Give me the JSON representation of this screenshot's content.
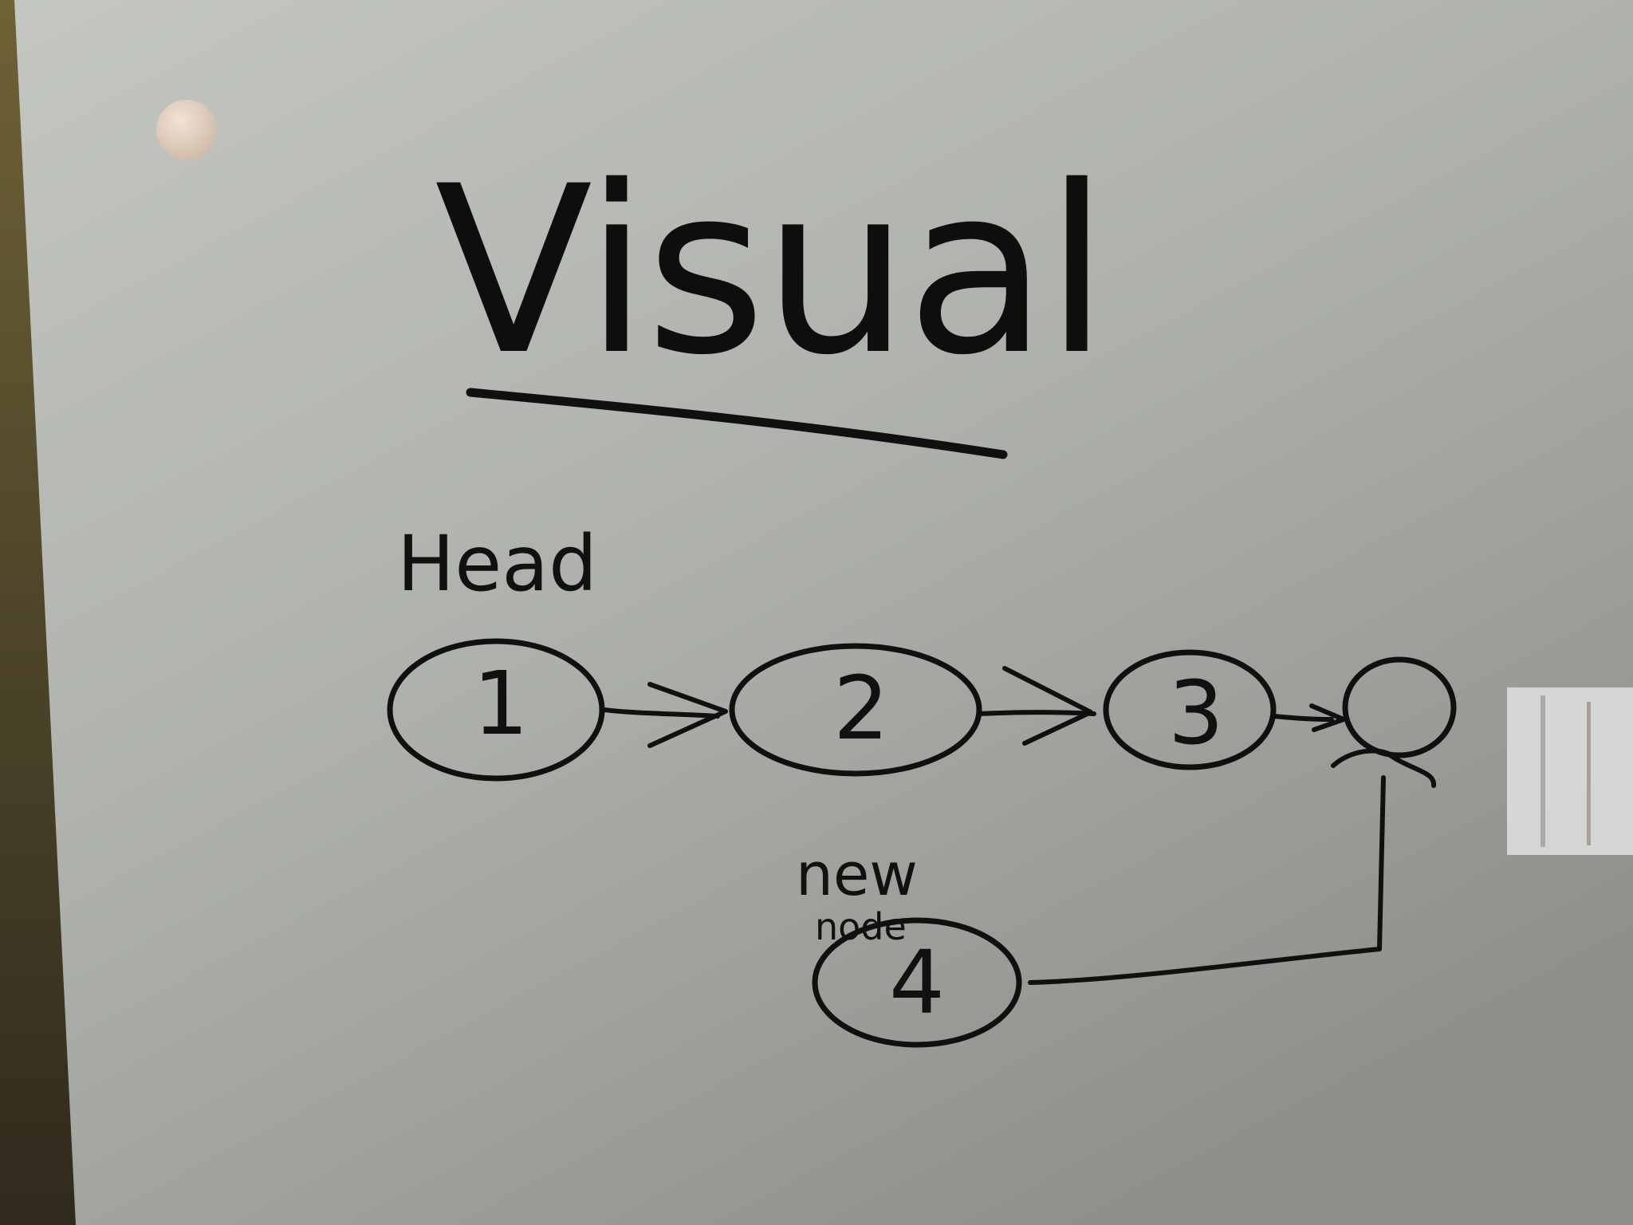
{
  "board": {
    "title": "Visual",
    "head_label": "Head",
    "new_node_label_line1": "new",
    "new_node_label_line2": "node"
  },
  "nodes": [
    {
      "id": "node-1",
      "value": "1"
    },
    {
      "id": "node-2",
      "value": "2"
    },
    {
      "id": "node-3",
      "value": "3"
    },
    {
      "id": "node-null",
      "value": ""
    },
    {
      "id": "node-4",
      "value": "4"
    }
  ],
  "colors": {
    "ink": "#101010",
    "board": "#b9bcb6",
    "frame": "#5a4d2e",
    "magnet": "#e0cdbb"
  }
}
